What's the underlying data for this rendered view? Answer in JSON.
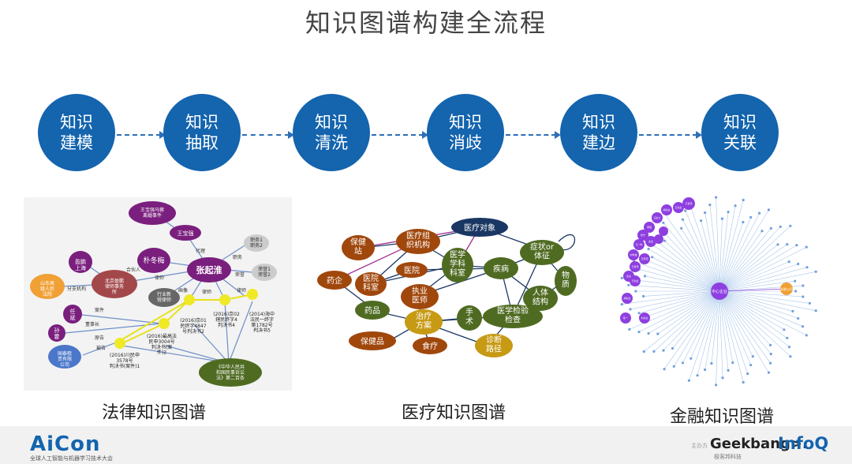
{
  "title": "知识图谱构建全流程",
  "steps": [
    {
      "label": "知识\n建模"
    },
    {
      "label": "知识\n抽取"
    },
    {
      "label": "知识\n清洗"
    },
    {
      "label": "知识\n消歧"
    },
    {
      "label": "知识\n建边"
    },
    {
      "label": "知识\n关联"
    }
  ],
  "captions": {
    "legal": "法律知识图谱",
    "medical": "医疗知识图谱",
    "finance": "金融知识图谱"
  },
  "legal_nodes": {
    "n1": "王宝强马蓉\n离婚事件",
    "n2": "王宝强",
    "n3": "朴冬梅",
    "n4": "张起淮",
    "n5": "北京盈鹏\n律师事务\n所",
    "n6": "盈鹏\n上海",
    "n7": "山东高\n级人民\n法院",
    "n8": "行业新\n锐律师",
    "n9": "职务1\n职务2",
    "n10": "荣誉1\n荣誉2",
    "n11": "任\n斌",
    "n12": "孙\n霍",
    "n13": "国泰租\n赁有限\n公司",
    "n14": "《中华人民共\n和国民事诉讼\n法》第二百条",
    "d1": "(2016)京01\n民终字4847\n号判决书2",
    "d2": "(2016)京02\n辖民终字4\n判决书4",
    "d3": "(2014)海中\n法民一终字\n第1782号\n判决书5",
    "d4": "(2016)最高法\n民申3004号\n判决书(案\n件)2",
    "d5": "(2016)川民申\n3578号\n判决书(案件)1",
    "e1": "代理",
    "e2": "职务",
    "e3": "荣誉",
    "e4": "合伙人",
    "e5": "律师",
    "e6": "分支机构",
    "e7": "案件",
    "e8": "董事长",
    "e9": "原告",
    "e10": "被告",
    "e11": "律师",
    "e12": "律师",
    "e13": "画像"
  },
  "medical_nodes": {
    "m1": "医疗对象",
    "m2": "保健\n站",
    "m3": "医疗组\n织机构",
    "m4": "医学\n学科\n科室",
    "m5": "症状or\n体征",
    "m6": "药企",
    "m7": "医院\n科室",
    "m8": "医院",
    "m9": "疾病",
    "m10": "物\n质",
    "m11": "执业\n医师",
    "m12": "人体\n结构",
    "m13": "药品",
    "m14": "治疗\n方案",
    "m15": "手\n术",
    "m16": "医学检验\n检查",
    "m17": "保健品",
    "m18": "食疗",
    "m19": "诊断\n路径"
  },
  "finance_nodes": {
    "f1": "王世伟",
    "f2": "王先生",
    "f3": "胡先生",
    "f4": "汪女士",
    "f5": "李强",
    "f6": "张宁",
    "f7": "企业",
    "f8": "汪一鸣",
    "f9": "中科技",
    "f10": "王家伟",
    "f11": "王世伟",
    "f12": "企业",
    "f13": "胡先生",
    "f14": "陈一",
    "f15": "刘先生",
    "f16": "王先生",
    "f17": "中心企业",
    "f18": "关联公司"
  },
  "footer": {
    "logo": "AiCon",
    "logo_sub": "全球人工智能与机器学习技术大会",
    "host": "主办方",
    "geek": "Geekbang>.",
    "geek_sub": "极客邦科技",
    "infoq": "InfoQ"
  },
  "colors": {
    "step_blue": "#1464ae",
    "purple": "#7a1f7e",
    "brown": "#a0470c",
    "olive": "#4f6b22",
    "navy": "#1a3764",
    "gold": "#c79a14",
    "violet": "#8e3fe0"
  }
}
